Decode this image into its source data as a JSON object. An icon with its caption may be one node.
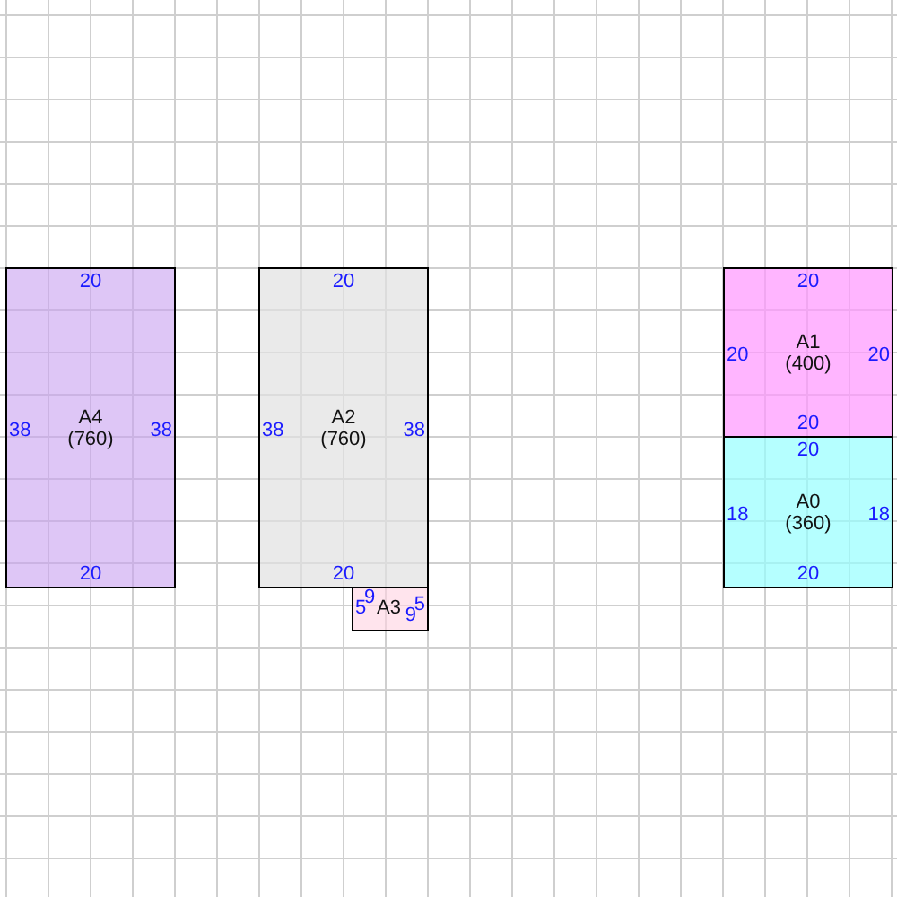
{
  "diagram": {
    "nodes": [
      {
        "text": [
          "A4",
          "(760)",
          "20",
          "38",
          "38",
          "20"
        ]
      },
      {
        "text": [
          "A2",
          "(760)",
          "20",
          "38",
          "38",
          "20"
        ]
      },
      {
        "text": [
          "A3",
          "9",
          "5",
          "5",
          "9"
        ]
      },
      {
        "text": [
          "A1",
          "(400)",
          "20",
          "20",
          "20",
          "20"
        ]
      },
      {
        "text": [
          "A0",
          "(360)",
          "20",
          "18",
          "18",
          "20"
        ]
      }
    ]
  }
}
